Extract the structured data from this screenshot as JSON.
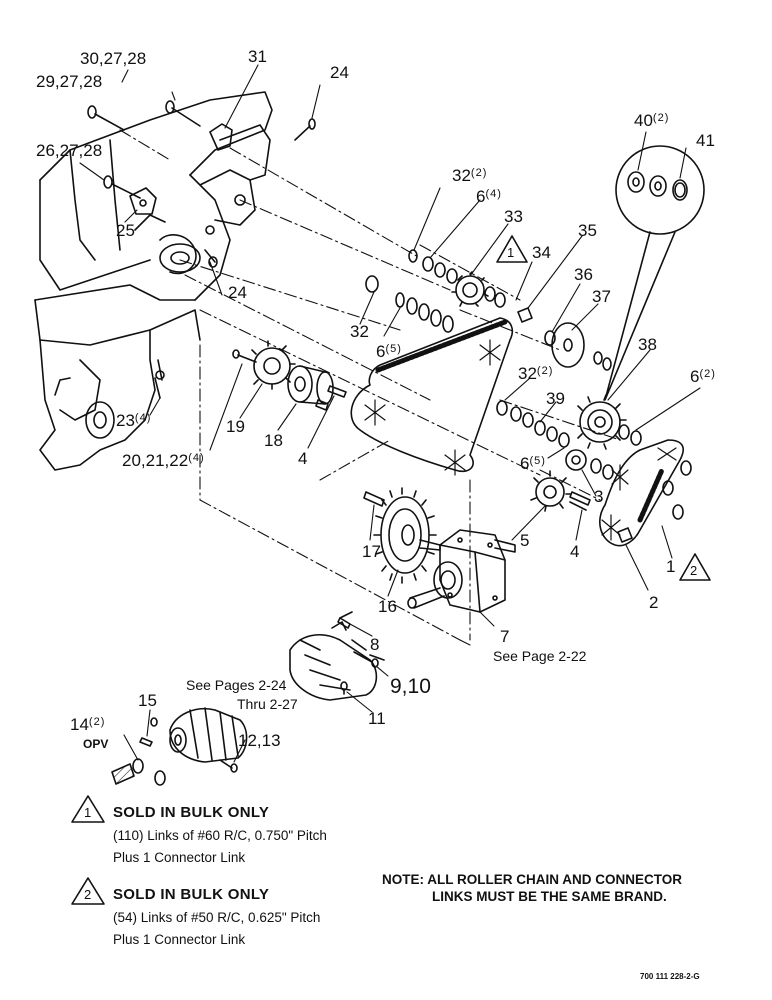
{
  "callouts": {
    "c30": "30,27,28",
    "c29": "29,27,28",
    "c31": "31",
    "c24a": "24",
    "c26": "26,27,28",
    "c25": "25",
    "c24b": "24",
    "c32a": "32",
    "c32a_qty": "(2)",
    "c6a": "6",
    "c6a_qty": "(4)",
    "c33": "33",
    "c34": "34",
    "c35": "35",
    "c36": "36",
    "c37": "37",
    "c40": "40",
    "c40_qty": "(2)",
    "c41": "41",
    "c32b": "32",
    "c6b": "6",
    "c6b_qty": "(5)",
    "c32c": "32",
    "c32c_qty": "(2)",
    "c38": "38",
    "c6c": "6",
    "c6c_qty": "(2)",
    "c39": "39",
    "c19": "19",
    "c18": "18",
    "c23": "23",
    "c23_qty": "(4)",
    "c20": "20,21,22",
    "c20_qty": "(4)",
    "c4a": "4",
    "c6d": "6",
    "c6d_qty": "(5)",
    "c3": "3",
    "c5": "5",
    "c4b": "4",
    "c17": "17",
    "c16": "16",
    "c1": "1",
    "c2": "2",
    "c7": "7",
    "c8": "8",
    "c9": "9,10",
    "c11": "11",
    "c15": "15",
    "c14": "14",
    "c14_qty": "(2)",
    "c14_opv": "OPV",
    "c12": "12,13",
    "see_2_22": "See Page 2-22",
    "see_2_24": "See Pages 2-24",
    "thru_2_27": "Thru 2-27"
  },
  "notes": {
    "tri1_num": "1",
    "tri2_num": "2",
    "bulk1_title": "SOLD IN BULK ONLY",
    "bulk1_line1": "(110) Links of #60 R/C, 0.750\" Pitch",
    "bulk1_line2": "Plus 1 Connector Link",
    "bulk2_title": "SOLD IN BULK ONLY",
    "bulk2_line1": "(54) Links of #50 R/C, 0.625\" Pitch",
    "bulk2_line2": "Plus 1 Connector Link",
    "note_line1": "NOTE: ALL ROLLER CHAIN AND CONNECTOR",
    "note_line2": "LINKS MUST BE THE SAME BRAND."
  },
  "figure_number": "700 111 228-2-G"
}
